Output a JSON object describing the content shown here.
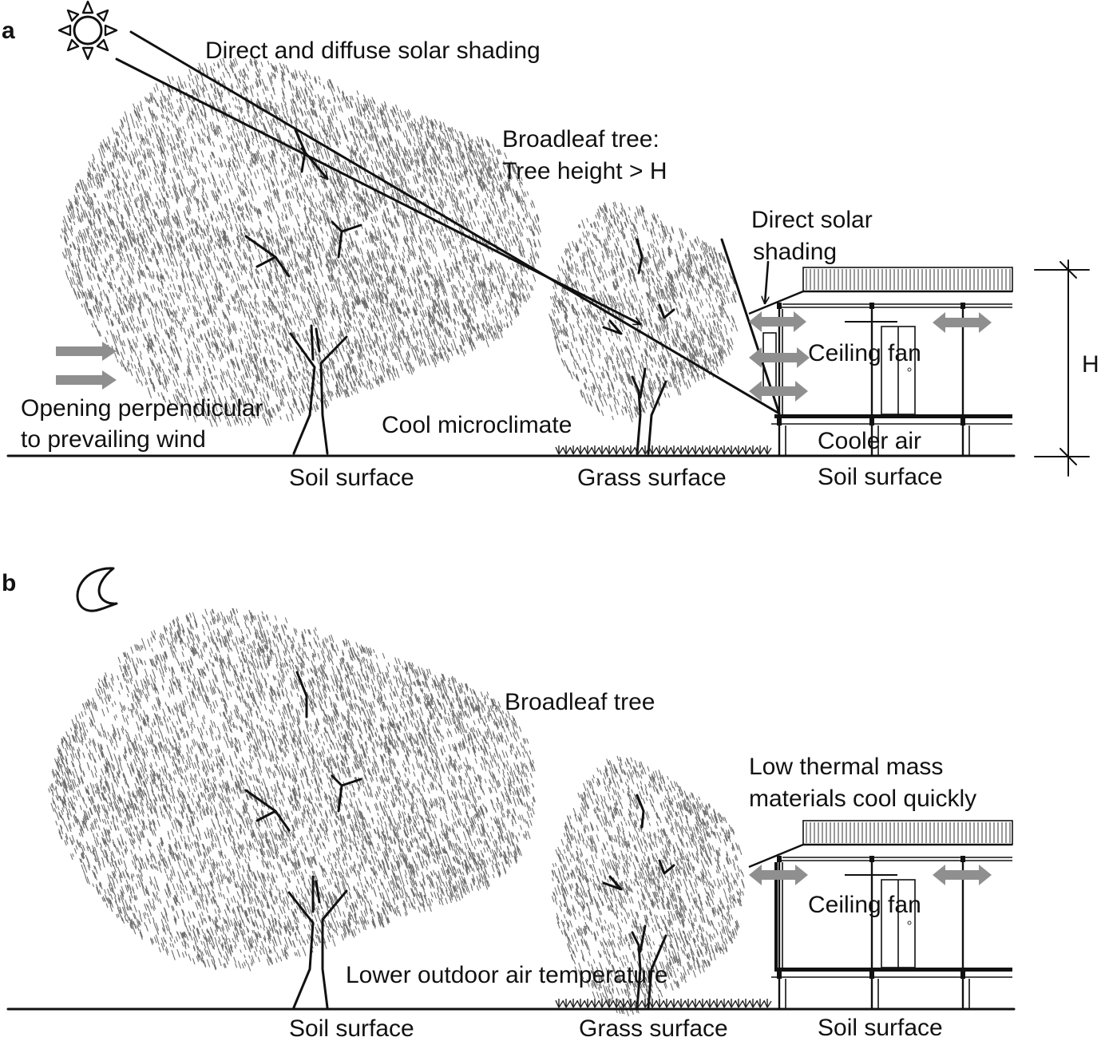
{
  "panel_a": {
    "tag": "a",
    "labels": {
      "solar_shading": "Direct and diffuse solar shading",
      "broadleaf_line1": "Broadleaf tree:",
      "broadleaf_line2": "Tree height > H",
      "direct_line1": "Direct solar",
      "direct_line2": "shading",
      "ceiling_fan": "Ceiling fan",
      "height_mark": "H",
      "opening_line1": "Opening perpendicular",
      "opening_line2": "to prevailing wind",
      "cool_microclimate": "Cool microclimate",
      "cooler_air": "Cooler air",
      "soil_left": "Soil surface",
      "grass": "Grass surface",
      "soil_right": "Soil surface"
    }
  },
  "panel_b": {
    "tag": "b",
    "labels": {
      "broadleaf": "Broadleaf tree",
      "thermal_line1": "Low thermal mass",
      "thermal_line2": "materials cool quickly",
      "ceiling_fan": "Ceiling fan",
      "lower_temp": "Lower outdoor air temperature",
      "soil_left": "Soil surface",
      "grass": "Grass surface",
      "soil_right": "Soil surface"
    }
  },
  "icons": {
    "sun": "sun-icon",
    "moon": "crescent-moon-icon",
    "wind": "wind-arrow-icon",
    "airflow": "double-headed-airflow-arrow-icon"
  },
  "colors": {
    "ink": "#111111",
    "arrow_grey": "#8f8f8f",
    "foliage": "#6d6d6d"
  }
}
